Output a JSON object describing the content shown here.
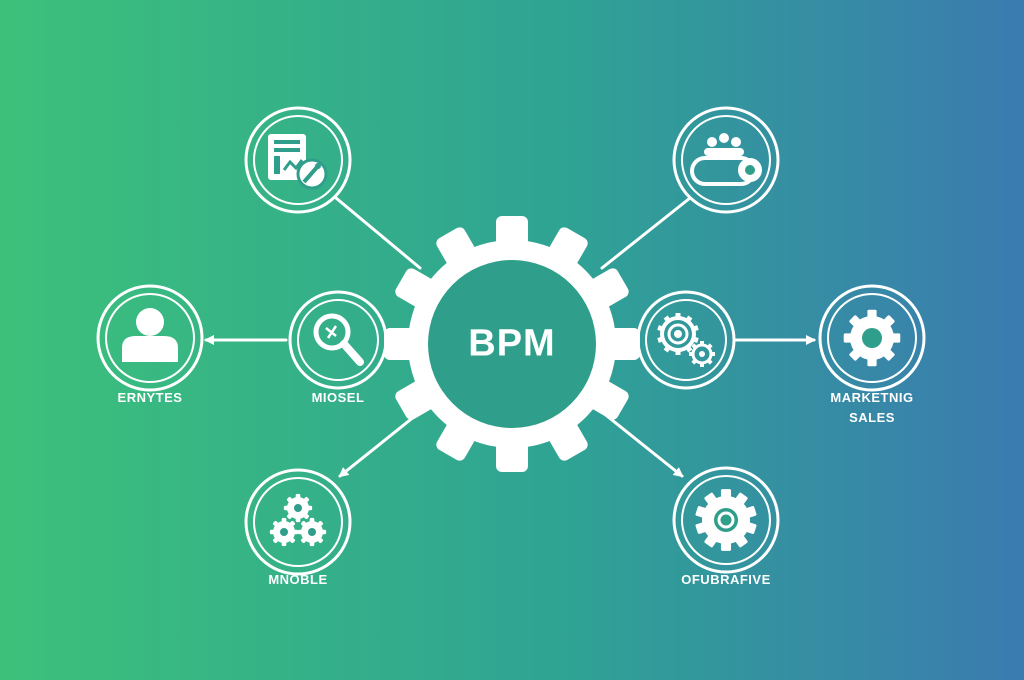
{
  "diagram": {
    "center": {
      "label": "BPM"
    },
    "nodes": [
      {
        "id": "document",
        "icon": "document-pen-icon",
        "label": ""
      },
      {
        "id": "cloud",
        "icon": "cloud-people-icon",
        "label": ""
      },
      {
        "id": "person",
        "icon": "person-icon",
        "label": "ERNYTES"
      },
      {
        "id": "magnifier",
        "icon": "magnifier-icon",
        "label": "MIOSEL"
      },
      {
        "id": "gears-pair",
        "icon": "gears-pair-icon",
        "label": ""
      },
      {
        "id": "gear-large",
        "icon": "gear-icon",
        "label": "MARKETNIG",
        "label2": "SALES"
      },
      {
        "id": "gears-cluster",
        "icon": "gears-cluster-icon",
        "label": "MNOBLE"
      },
      {
        "id": "gear-hub",
        "icon": "gear-hub-icon",
        "label": "OFUBRAFIVE"
      }
    ],
    "colors": {
      "gradient_start": "#3cc17a",
      "gradient_mid": "#2fa394",
      "gradient_end": "#3b7bb0",
      "foreground": "#ffffff",
      "center_fill": "#2f9e8a"
    }
  }
}
